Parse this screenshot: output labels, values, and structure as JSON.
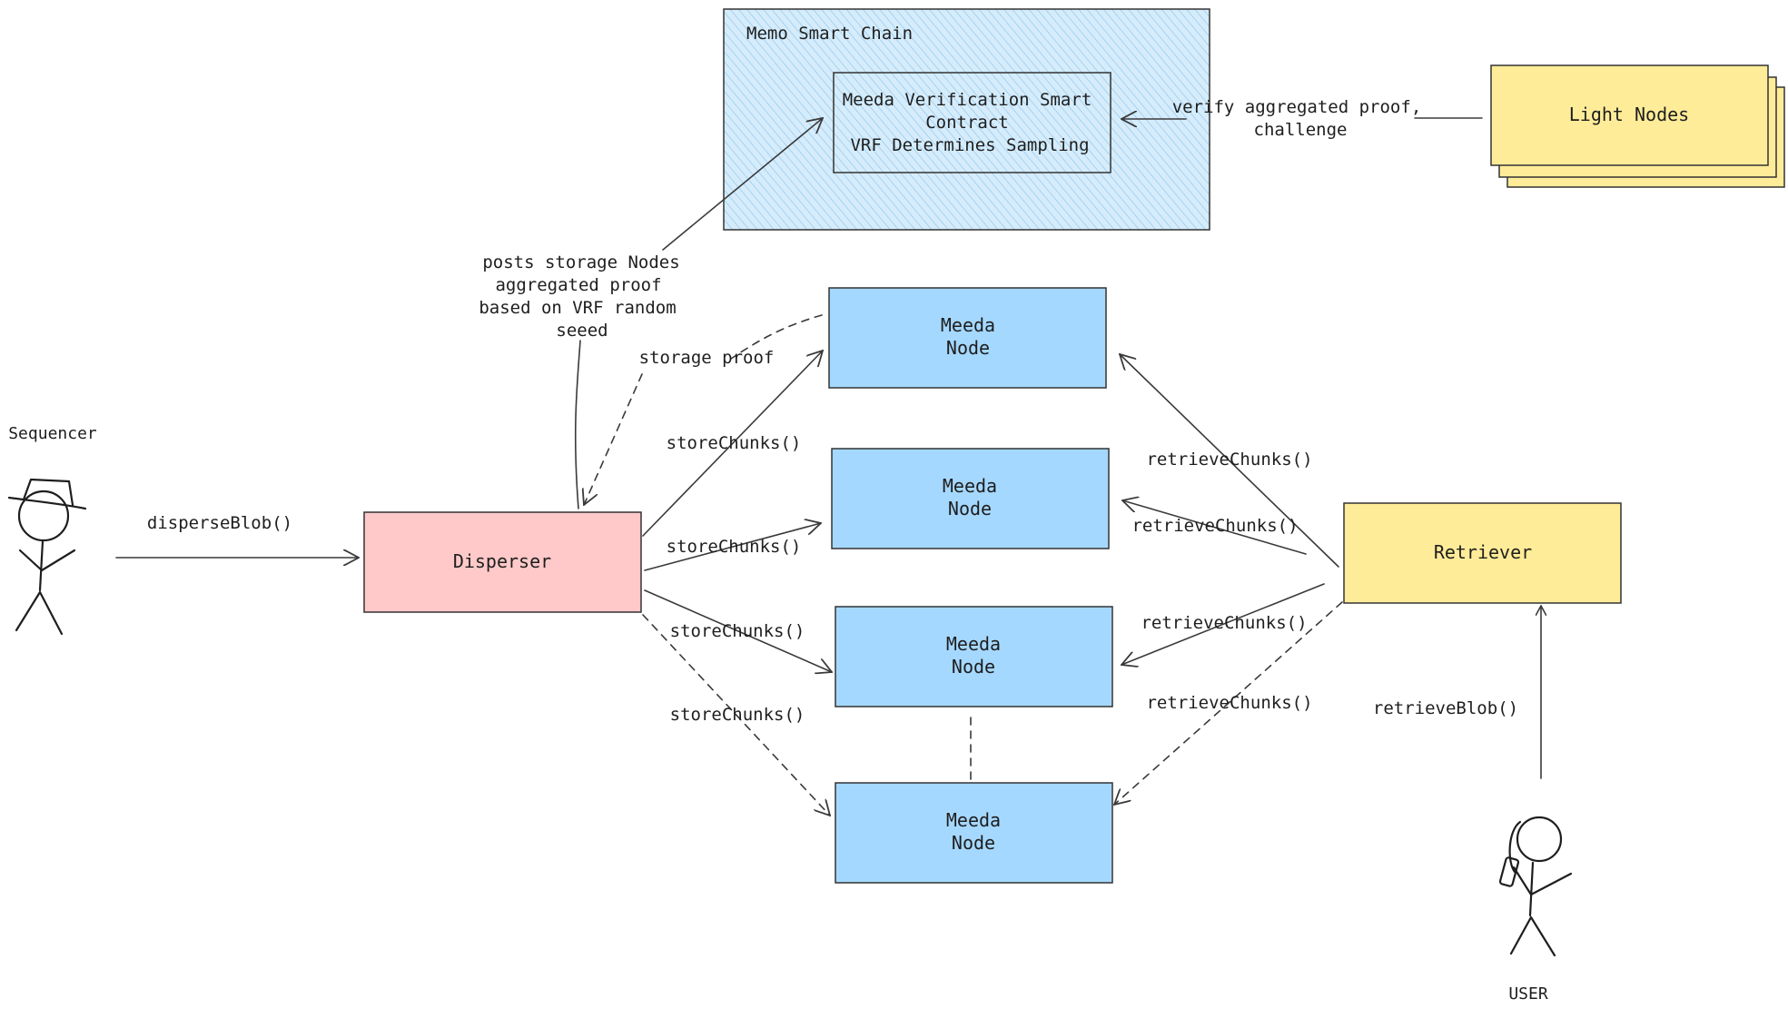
{
  "colors": {
    "chain_fill": "#d6ecfb",
    "chain_hatch": "#8fc9ef",
    "node_fill": "#a5d8ff",
    "disperser_fill": "#ffc9c9",
    "yellow_fill": "#ffec99",
    "stroke": "#1e1e1e"
  },
  "chain": {
    "title": "Memo Smart Chain",
    "contract_lines": [
      "Meeda Verification Smart",
      "Contract",
      "VRF Determines Sampling"
    ]
  },
  "light_nodes": {
    "label": "Light Nodes"
  },
  "verify_label": [
    "verify aggregated proof,",
    "challenge"
  ],
  "posts_label": [
    "posts storage Nodes",
    "aggregated proof",
    "based on VRF random",
    "seeed"
  ],
  "storage_proof_label": "storage proof",
  "sequencer": {
    "label": "Sequencer",
    "call": "disperseBlob()"
  },
  "disperser": {
    "label": "Disperser"
  },
  "nodes": [
    {
      "line1": "Meeda",
      "line2": "Node"
    },
    {
      "line1": "Meeda",
      "line2": "Node"
    },
    {
      "line1": "Meeda",
      "line2": "Node"
    },
    {
      "line1": "Meeda",
      "line2": "Node"
    }
  ],
  "store_labels": [
    "storeChunks()",
    "storeChunks()",
    "storeChunks()",
    "storeChunks()"
  ],
  "retrieve_labels": [
    "retrieveChunks()",
    "retrieveChunks()",
    "retrieveChunks()",
    "retrieveChunks()"
  ],
  "retriever": {
    "label": "Retriever"
  },
  "user": {
    "label": "USER",
    "call": "retrieveBlob()"
  }
}
